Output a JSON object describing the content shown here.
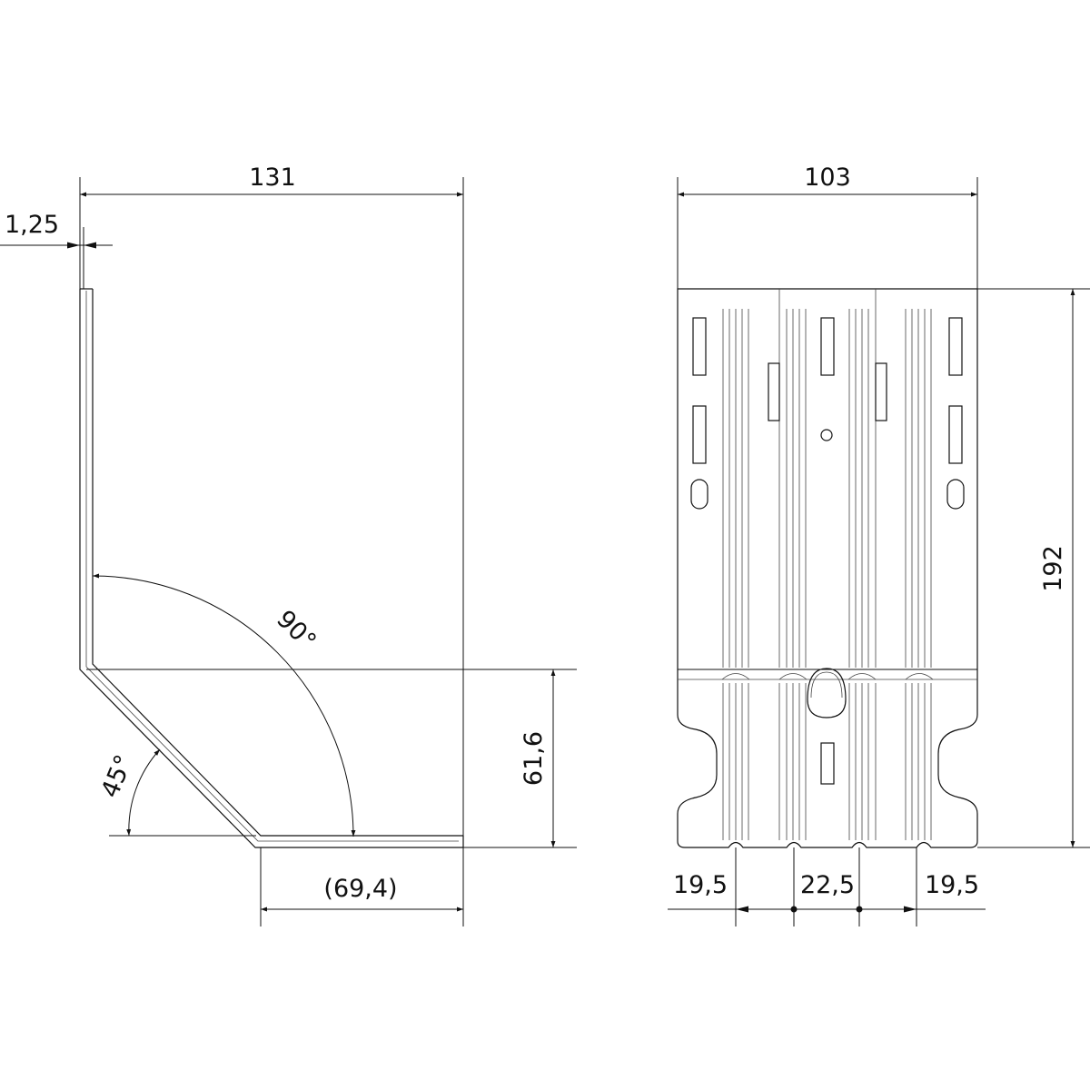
{
  "side_view": {
    "width_dim": "131",
    "thickness_dim": "1,25",
    "angle_top": "90°",
    "angle_bottom": "45°",
    "height_dim": "61,6",
    "base_dim": "(69,4)"
  },
  "front_view": {
    "width_dim": "103",
    "height_dim": "192",
    "bottom_dims": [
      "19,5",
      "22,5",
      "19,5"
    ]
  }
}
